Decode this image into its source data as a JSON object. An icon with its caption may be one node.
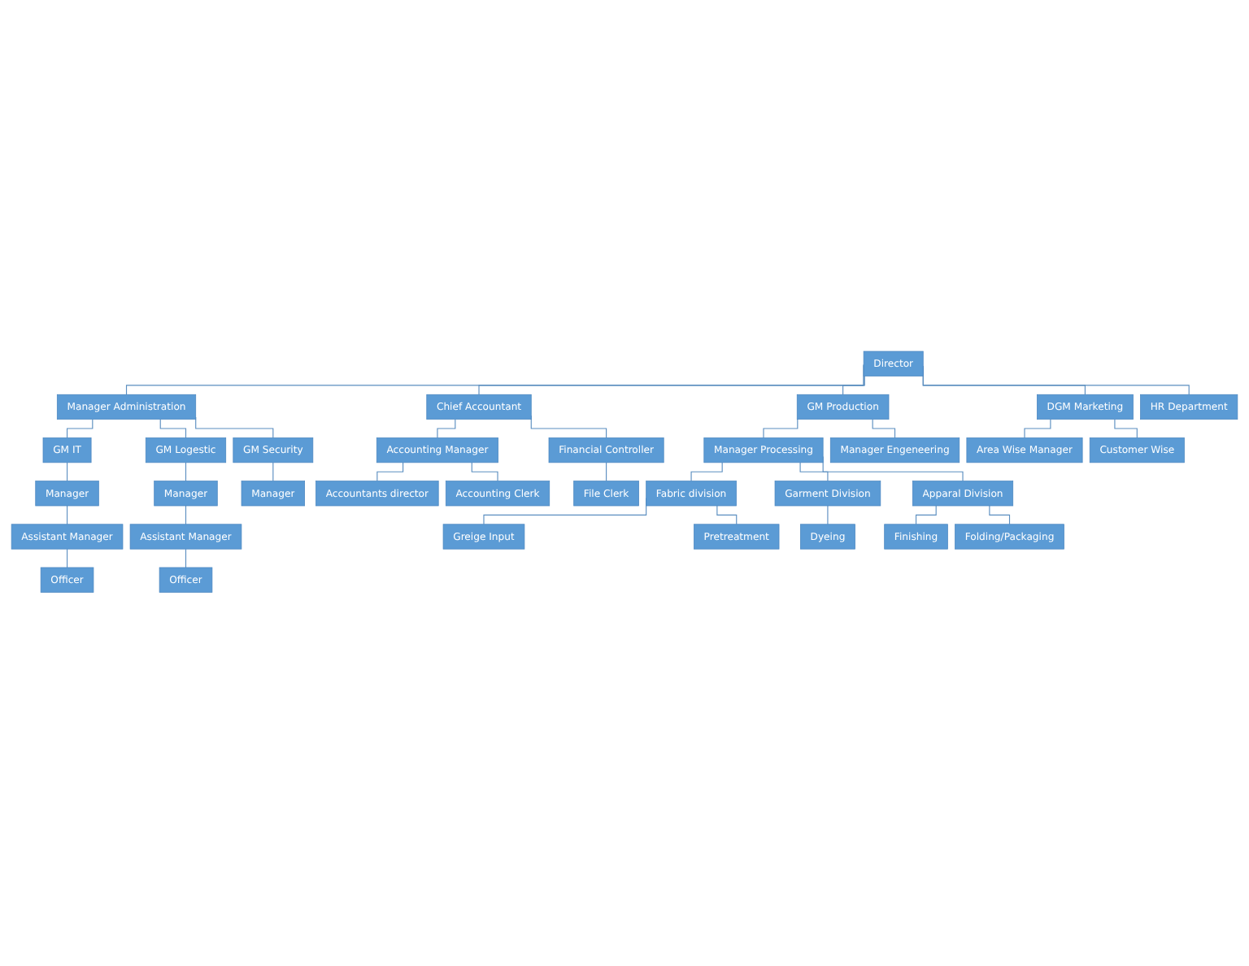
{
  "diagram": {
    "nodes": [
      {
        "text": [
          "Director"
        ]
      },
      {
        "text": [
          "Manager Administration"
        ]
      },
      {
        "text": [
          "Chief Accountant"
        ]
      },
      {
        "text": [
          "GM Production"
        ]
      },
      {
        "text": [
          "DGM Marketing"
        ]
      },
      {
        "text": [
          "HR Department"
        ]
      },
      {
        "text": [
          "GM IT"
        ]
      },
      {
        "text": [
          "GM Logestic"
        ]
      },
      {
        "text": [
          "GM Security"
        ]
      },
      {
        "text": [
          "Manager"
        ]
      },
      {
        "text": [
          "Manager"
        ]
      },
      {
        "text": [
          "Manager"
        ]
      },
      {
        "text": [
          "Assistant Manager"
        ]
      },
      {
        "text": [
          "Assistant Manager"
        ]
      },
      {
        "text": [
          "Officer"
        ]
      },
      {
        "text": [
          "Officer"
        ]
      },
      {
        "text": [
          "Accounting Manager"
        ]
      },
      {
        "text": [
          "Financial Controller"
        ]
      },
      {
        "text": [
          "Accountants director"
        ]
      },
      {
        "text": [
          "Accounting Clerk"
        ]
      },
      {
        "text": [
          "File Clerk"
        ]
      },
      {
        "text": [
          "Manager Processing"
        ]
      },
      {
        "text": [
          "Manager Engeneering"
        ]
      },
      {
        "text": [
          "Area Wise Manager"
        ]
      },
      {
        "text": [
          "Customer Wise"
        ]
      },
      {
        "text": [
          "Fabric division"
        ]
      },
      {
        "text": [
          "Garment Division"
        ]
      },
      {
        "text": [
          "Apparal Division"
        ]
      },
      {
        "text": [
          "Greige Input"
        ]
      },
      {
        "text": [
          "Pretreatment"
        ]
      },
      {
        "text": [
          "Dyeing"
        ]
      },
      {
        "text": [
          "Finishing"
        ]
      },
      {
        "text": [
          "Folding/Packaging"
        ]
      }
    ],
    "edges": [
      {
        "from": 0,
        "to": 1,
        "arrow": "none"
      },
      {
        "from": 0,
        "to": 2,
        "arrow": "none"
      },
      {
        "from": 0,
        "to": 3,
        "arrow": "none"
      },
      {
        "from": 0,
        "to": 4,
        "arrow": "none"
      },
      {
        "from": 0,
        "to": 5,
        "arrow": "none"
      },
      {
        "from": 1,
        "to": 6,
        "arrow": "none"
      },
      {
        "from": 1,
        "to": 7,
        "arrow": "none"
      },
      {
        "from": 1,
        "to": 8,
        "arrow": "none"
      },
      {
        "from": 6,
        "to": 9,
        "arrow": "none"
      },
      {
        "from": 7,
        "to": 10,
        "arrow": "none"
      },
      {
        "from": 8,
        "to": 11,
        "arrow": "none"
      },
      {
        "from": 9,
        "to": 12,
        "arrow": "none"
      },
      {
        "from": 10,
        "to": 13,
        "arrow": "none"
      },
      {
        "from": 12,
        "to": 14,
        "arrow": "none"
      },
      {
        "from": 13,
        "to": 15,
        "arrow": "none"
      },
      {
        "from": 2,
        "to": 16,
        "arrow": "none"
      },
      {
        "from": 2,
        "to": 17,
        "arrow": "none"
      },
      {
        "from": 16,
        "to": 18,
        "arrow": "none"
      },
      {
        "from": 16,
        "to": 19,
        "arrow": "none"
      },
      {
        "from": 17,
        "to": 20,
        "arrow": "none"
      },
      {
        "from": 3,
        "to": 21,
        "arrow": "none"
      },
      {
        "from": 3,
        "to": 22,
        "arrow": "none"
      },
      {
        "from": 4,
        "to": 23,
        "arrow": "none"
      },
      {
        "from": 4,
        "to": 24,
        "arrow": "none"
      },
      {
        "from": 21,
        "to": 25,
        "arrow": "none"
      },
      {
        "from": 21,
        "to": 26,
        "arrow": "none"
      },
      {
        "from": 21,
        "to": 27,
        "arrow": "none"
      },
      {
        "from": 25,
        "to": 28,
        "arrow": "none"
      },
      {
        "from": 25,
        "to": 29,
        "arrow": "none"
      },
      {
        "from": 26,
        "to": 30,
        "arrow": "none"
      },
      {
        "from": 27,
        "to": 31,
        "arrow": "none"
      },
      {
        "from": 27,
        "to": 32,
        "arrow": "none"
      }
    ]
  }
}
